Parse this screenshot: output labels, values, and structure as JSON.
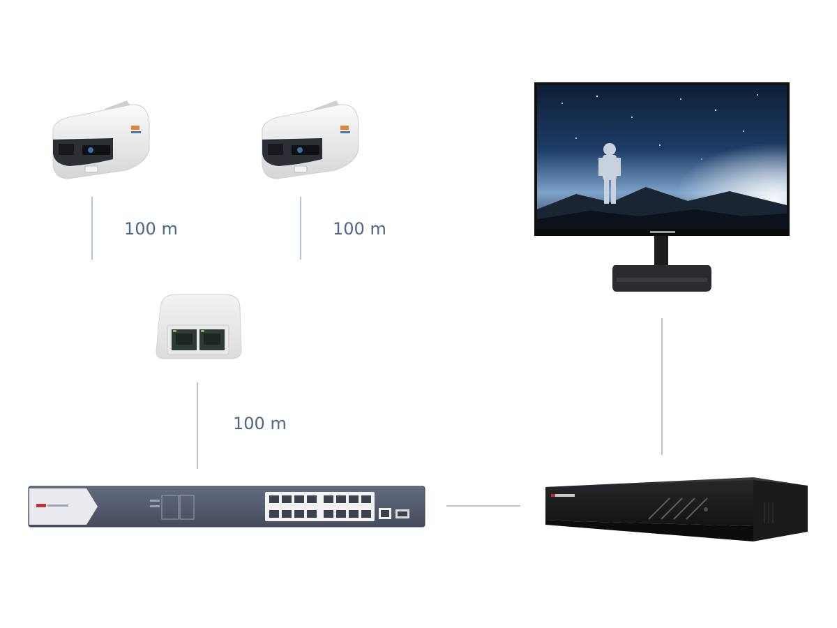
{
  "diagram": {
    "devices": {
      "camera_left": {
        "icon": "bullet-camera-icon"
      },
      "camera_right": {
        "icon": "bullet-camera-icon"
      },
      "poe_extender": {
        "icon": "poe-extender-icon"
      },
      "poe_switch": {
        "icon": "network-switch-icon"
      },
      "nvr": {
        "icon": "nvr-recorder-icon"
      },
      "monitor": {
        "icon": "monitor-icon"
      }
    },
    "links": {
      "camera_left_to_extender": {
        "distance_label": "100 m"
      },
      "camera_right_to_extender": {
        "distance_label": "100 m"
      },
      "extender_to_switch": {
        "distance_label": "100 m"
      }
    },
    "colors": {
      "line": "#b9c2d2",
      "label": "#4a6585",
      "switch_body": "#515a6e",
      "nvr_body": "#1e1f22"
    }
  }
}
